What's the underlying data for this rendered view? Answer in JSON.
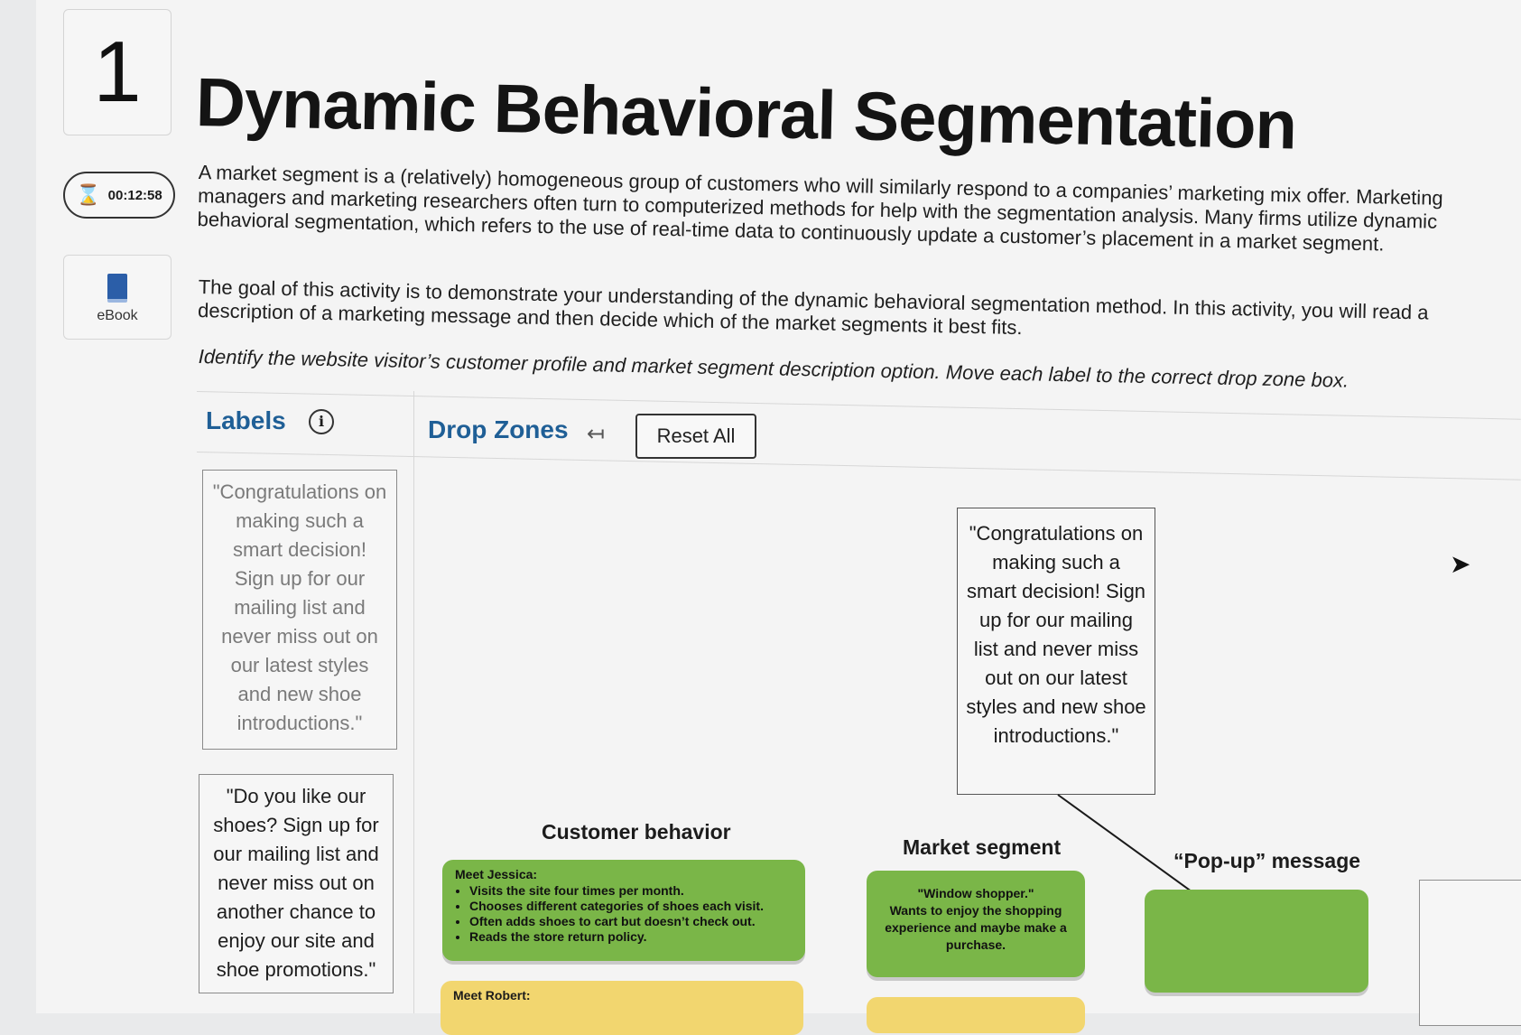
{
  "question": {
    "number": "1",
    "title": "Dynamic Behavioral Segmentation"
  },
  "sidebar": {
    "timer": "00:12:58",
    "ebook_label": "eBook"
  },
  "intro": {
    "paragraph1": "A market segment is a (relatively) homogeneous group of customers who will similarly respond to a companies’ marketing mix offer. Marketing managers and marketing researchers often turn to computerized methods for help with the segmentation analysis. Many firms utilize dynamic behavioral segmentation, which refers to the use of real-time data to continuously update a customer’s placement in a market segment.",
    "paragraph2": "The goal of this activity is to demonstrate your understanding of the dynamic behavioral segmentation method. In this activity, you will read a description of a marketing message and then decide which of the market segments it best fits.",
    "instruction": "Identify the website visitor’s customer profile and market segment description option. Move each label to the correct drop zone box."
  },
  "labels_panel": {
    "heading": "Labels",
    "cards": [
      "\"Congratulations on making such a smart decision! Sign up for our mailing list and never miss out on our latest styles and new shoe introductions.\"",
      "\"Do you like our shoes? Sign up for our mailing list and never miss out on another chance to enjoy our site and shoe promotions.\""
    ]
  },
  "drop_zones": {
    "heading": "Drop Zones",
    "reset_label": "Reset All",
    "placed_label": "\"Congratulations on making such a smart decision! Sign up for our mailing list and never miss out on our latest styles and new shoe introductions.\"",
    "columns": [
      "Customer behavior",
      "Market segment",
      "“Pop-up” message"
    ],
    "rows": [
      {
        "customer": "Meet Jessica:",
        "behaviors": [
          "Visits the site four times per month.",
          "Chooses different categories of shoes each visit.",
          "Often adds shoes to cart but doesn’t check out.",
          "Reads the store return policy."
        ],
        "segment_name": "\"Window shopper.\"",
        "segment_desc": "Wants to enjoy the shopping experience and maybe make a purchase."
      },
      {
        "customer": "Meet Robert:"
      }
    ]
  },
  "colors": {
    "accent": "#1f5f96",
    "zone_green": "#7ab648",
    "zone_yellow": "#f2d66f"
  },
  "icons": [
    "hourglass-icon",
    "book-icon",
    "info-icon",
    "undo-icon",
    "cursor-icon"
  ]
}
